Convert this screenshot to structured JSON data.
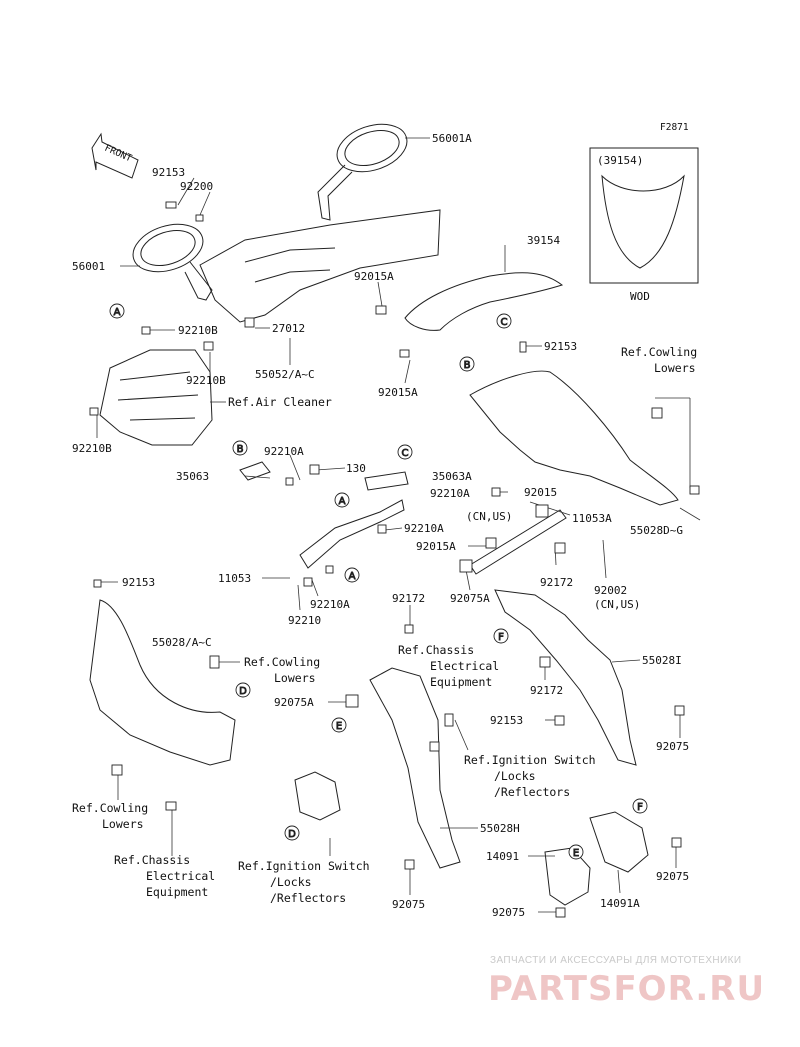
{
  "diagram": {
    "figure_id": "F2871",
    "front_label": "FRONT",
    "inset_box": {
      "part": "(39154)",
      "caption": "WOD"
    },
    "part_numbers": {
      "mirror_right": "56001A",
      "mirror_left": "56001",
      "screw_92153_top": "92153",
      "washer_92200": "92200",
      "windshield": "39154",
      "screw_92015A_a": "92015A",
      "screw_92015A_b": "92015A",
      "plate_27012": "27012",
      "cowl_55052": "55052/A~C",
      "clip_92210B_a": "92210B",
      "clip_92210B_b": "92210B",
      "clip_92210B_c": "92210B",
      "screw_92153_mid": "92153",
      "cowl_55028D": "55028D~G",
      "screw_92015": "92015",
      "clip_92210A_top": "92210A",
      "clip_92210A_right": "92210A",
      "clip_92210A_mid": "92210A",
      "clip_92210A_low": "92210A",
      "bolt_130": "130",
      "bracket_35063": "35063",
      "bracket_35063A": "35063A",
      "bracket_11053": "11053",
      "bracket_11053A": "11053A",
      "screw_92015A_c": "92015A",
      "screw_92172_a": "92172",
      "screw_92172_b": "92172",
      "screw_92172_c": "92172",
      "bolt_92002": "92002",
      "clip_92210": "92210",
      "screw_92153_left": "92153",
      "cowl_55028": "55028/A~C",
      "collar_92075A_a": "92075A",
      "collar_92075A_b": "92075A",
      "cowl_55028I": "55028I",
      "screw_92153_low": "92153",
      "collar_92075_a": "92075",
      "collar_92075_b": "92075",
      "collar_92075_c": "92075",
      "cowl_55028H": "55028H",
      "bracket_14091": "14091",
      "bracket_14091A": "14091A",
      "collar_92075_d": "92075"
    },
    "market_notes": {
      "cn_us_a": "(CN,US)",
      "cn_us_b": "(CN,US)"
    },
    "callouts": [
      "A",
      "B",
      "C",
      "D",
      "E",
      "F"
    ],
    "references": {
      "air_cleaner": "Ref.Air Cleaner",
      "cowling_lowers_1": [
        "Ref.Cowling",
        "Lowers"
      ],
      "cowling_lowers_2": [
        "Ref.Cowling",
        "Lowers"
      ],
      "cowling_lowers_3": [
        "Ref.Cowling",
        "Lowers"
      ],
      "chassis_elec_1": [
        "Ref.Chassis",
        "Electrical",
        "Equipment"
      ],
      "chassis_elec_2": [
        "Ref.Chassis",
        "Electrical",
        "Equipment"
      ],
      "ignition_1": [
        "Ref.Ignition Switch",
        "/Locks",
        "/Reflectors"
      ],
      "ignition_2": [
        "Ref.Ignition Switch",
        "/Locks",
        "/Reflectors"
      ]
    }
  },
  "watermark": {
    "tagline": "ЗАПЧАСТИ И АКСЕССУАРЫ ДЛЯ МОТОТЕХНИКИ",
    "brand": "PARTSFOR.RU"
  }
}
